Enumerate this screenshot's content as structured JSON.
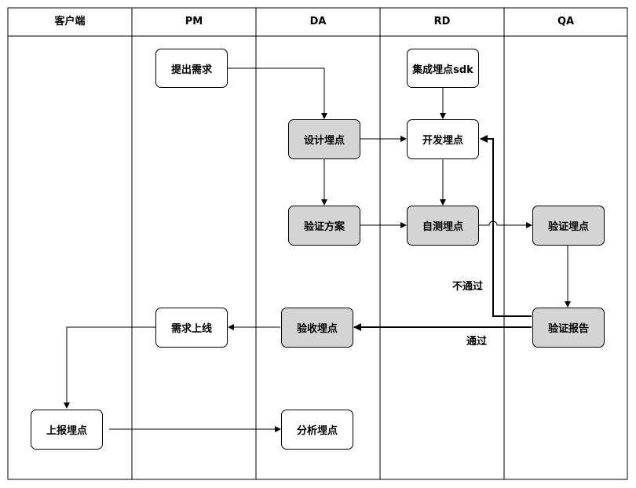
{
  "lanes": [
    {
      "name": "客户端"
    },
    {
      "name": "PM"
    },
    {
      "name": "DA"
    },
    {
      "name": "RD"
    },
    {
      "name": "QA"
    }
  ],
  "nodes": {
    "submit_requirement": {
      "label": "提出需求",
      "style": "white"
    },
    "integrate_sdk": {
      "label": "集成埋点sdk",
      "style": "white"
    },
    "design_tracking": {
      "label": "设计埋点",
      "style": "gray"
    },
    "develop_tracking": {
      "label": "开发埋点",
      "style": "white"
    },
    "verification_plan": {
      "label": "验证方案",
      "style": "gray"
    },
    "self_test": {
      "label": "自测埋点",
      "style": "gray"
    },
    "verify_tracking": {
      "label": "验证埋点",
      "style": "gray"
    },
    "verification_report": {
      "label": "验证报告",
      "style": "gray"
    },
    "accept_tracking": {
      "label": "验收埋点",
      "style": "gray"
    },
    "requirement_launch": {
      "label": "需求上线",
      "style": "white"
    },
    "report_tracking": {
      "label": "上报埋点",
      "style": "white"
    },
    "analyze_tracking": {
      "label": "分析埋点",
      "style": "white"
    }
  },
  "edge_labels": {
    "fail": "不通过",
    "pass": "通过"
  },
  "colors": {
    "gray_fill": "#d4d4d4",
    "white_fill": "#ffffff",
    "stroke": "#000000"
  }
}
